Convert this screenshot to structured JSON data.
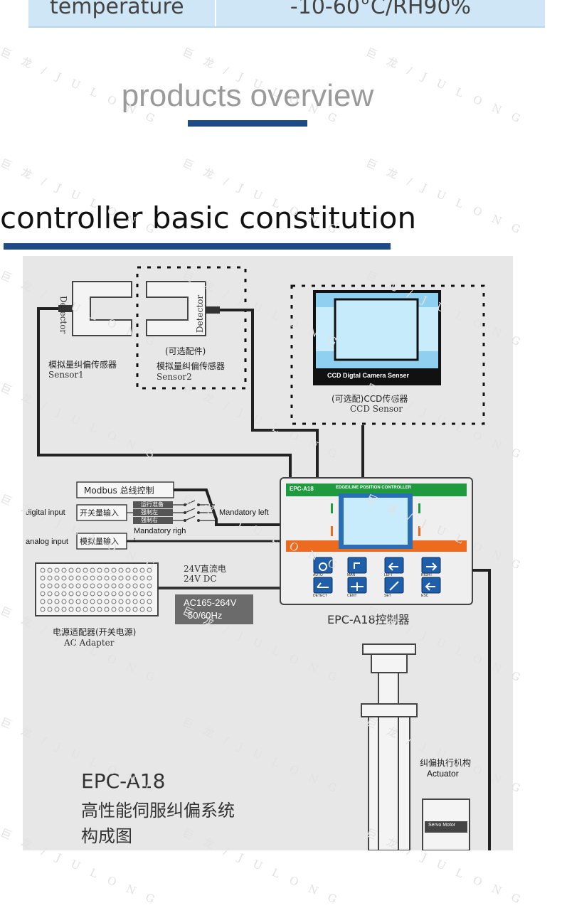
{
  "spec_row": {
    "label": "temperature",
    "value": "-10-60°C/RH90%"
  },
  "watermark": "巨 龙 / J U L O N G",
  "overview_heading": "products overview",
  "section_title": "controller basic constitution",
  "diagram": {
    "detector1": "Detector",
    "detector2": "Detector",
    "optional_accessory": "(可选配件)",
    "sensor1_cn": "模拟量纠偏传感器",
    "sensor1_en": "Sensor1",
    "sensor2_cn": "模拟量纠偏传感器",
    "sensor2_en": "Sensor2",
    "ccd_screen_label": "CCD Digtal Camera Senser",
    "ccd_cn": "(可选配)CCD传感器",
    "ccd_en": "CCD Sensor",
    "modbus_label": "Modbus 总线控制",
    "digital_input_en": "digital input",
    "digital_input_cn": "开关量输入",
    "analog_input_en": "analog input",
    "analog_input_cn": "模拟量输入",
    "switch_items": [
      "运行准备",
      "强制左",
      "强制右"
    ],
    "mandatory_left": "Mandatory left",
    "mandatory_right_line1": "Mandatory righ",
    "mandatory_right_line2": "t",
    "dc_cn": "24V直流电",
    "dc_en": "24V DC",
    "ac_range": "AC165-264V",
    "ac_freq": "50/60Hz",
    "adapter_cn": "电源适配器(开关电源)",
    "adapter_en": "AC Adapter",
    "controller_model": "EPC-A18",
    "controller_header": "EDGE/LINE POSITION CONTROLLER",
    "controller_caption": "EPC-A18控制器",
    "button_labels": [
      "AUTO",
      "MAN",
      "LEFT",
      "RIGHT",
      "DETECT",
      "CENT",
      "SET",
      "ESC"
    ],
    "actuator_cn": "纠偏执行机构",
    "actuator_en": "Actuator",
    "servo_label": "Servo Motor",
    "title_model": "EPC-A18",
    "title_line2": "高性能伺服纠偏系统",
    "title_line3": "构成图"
  },
  "colors": {
    "accent_blue": "#1e4a85",
    "controller_green": "#1f9a3e",
    "controller_orange": "#ec6b1f",
    "screen_blue": "#2a6fb5"
  }
}
